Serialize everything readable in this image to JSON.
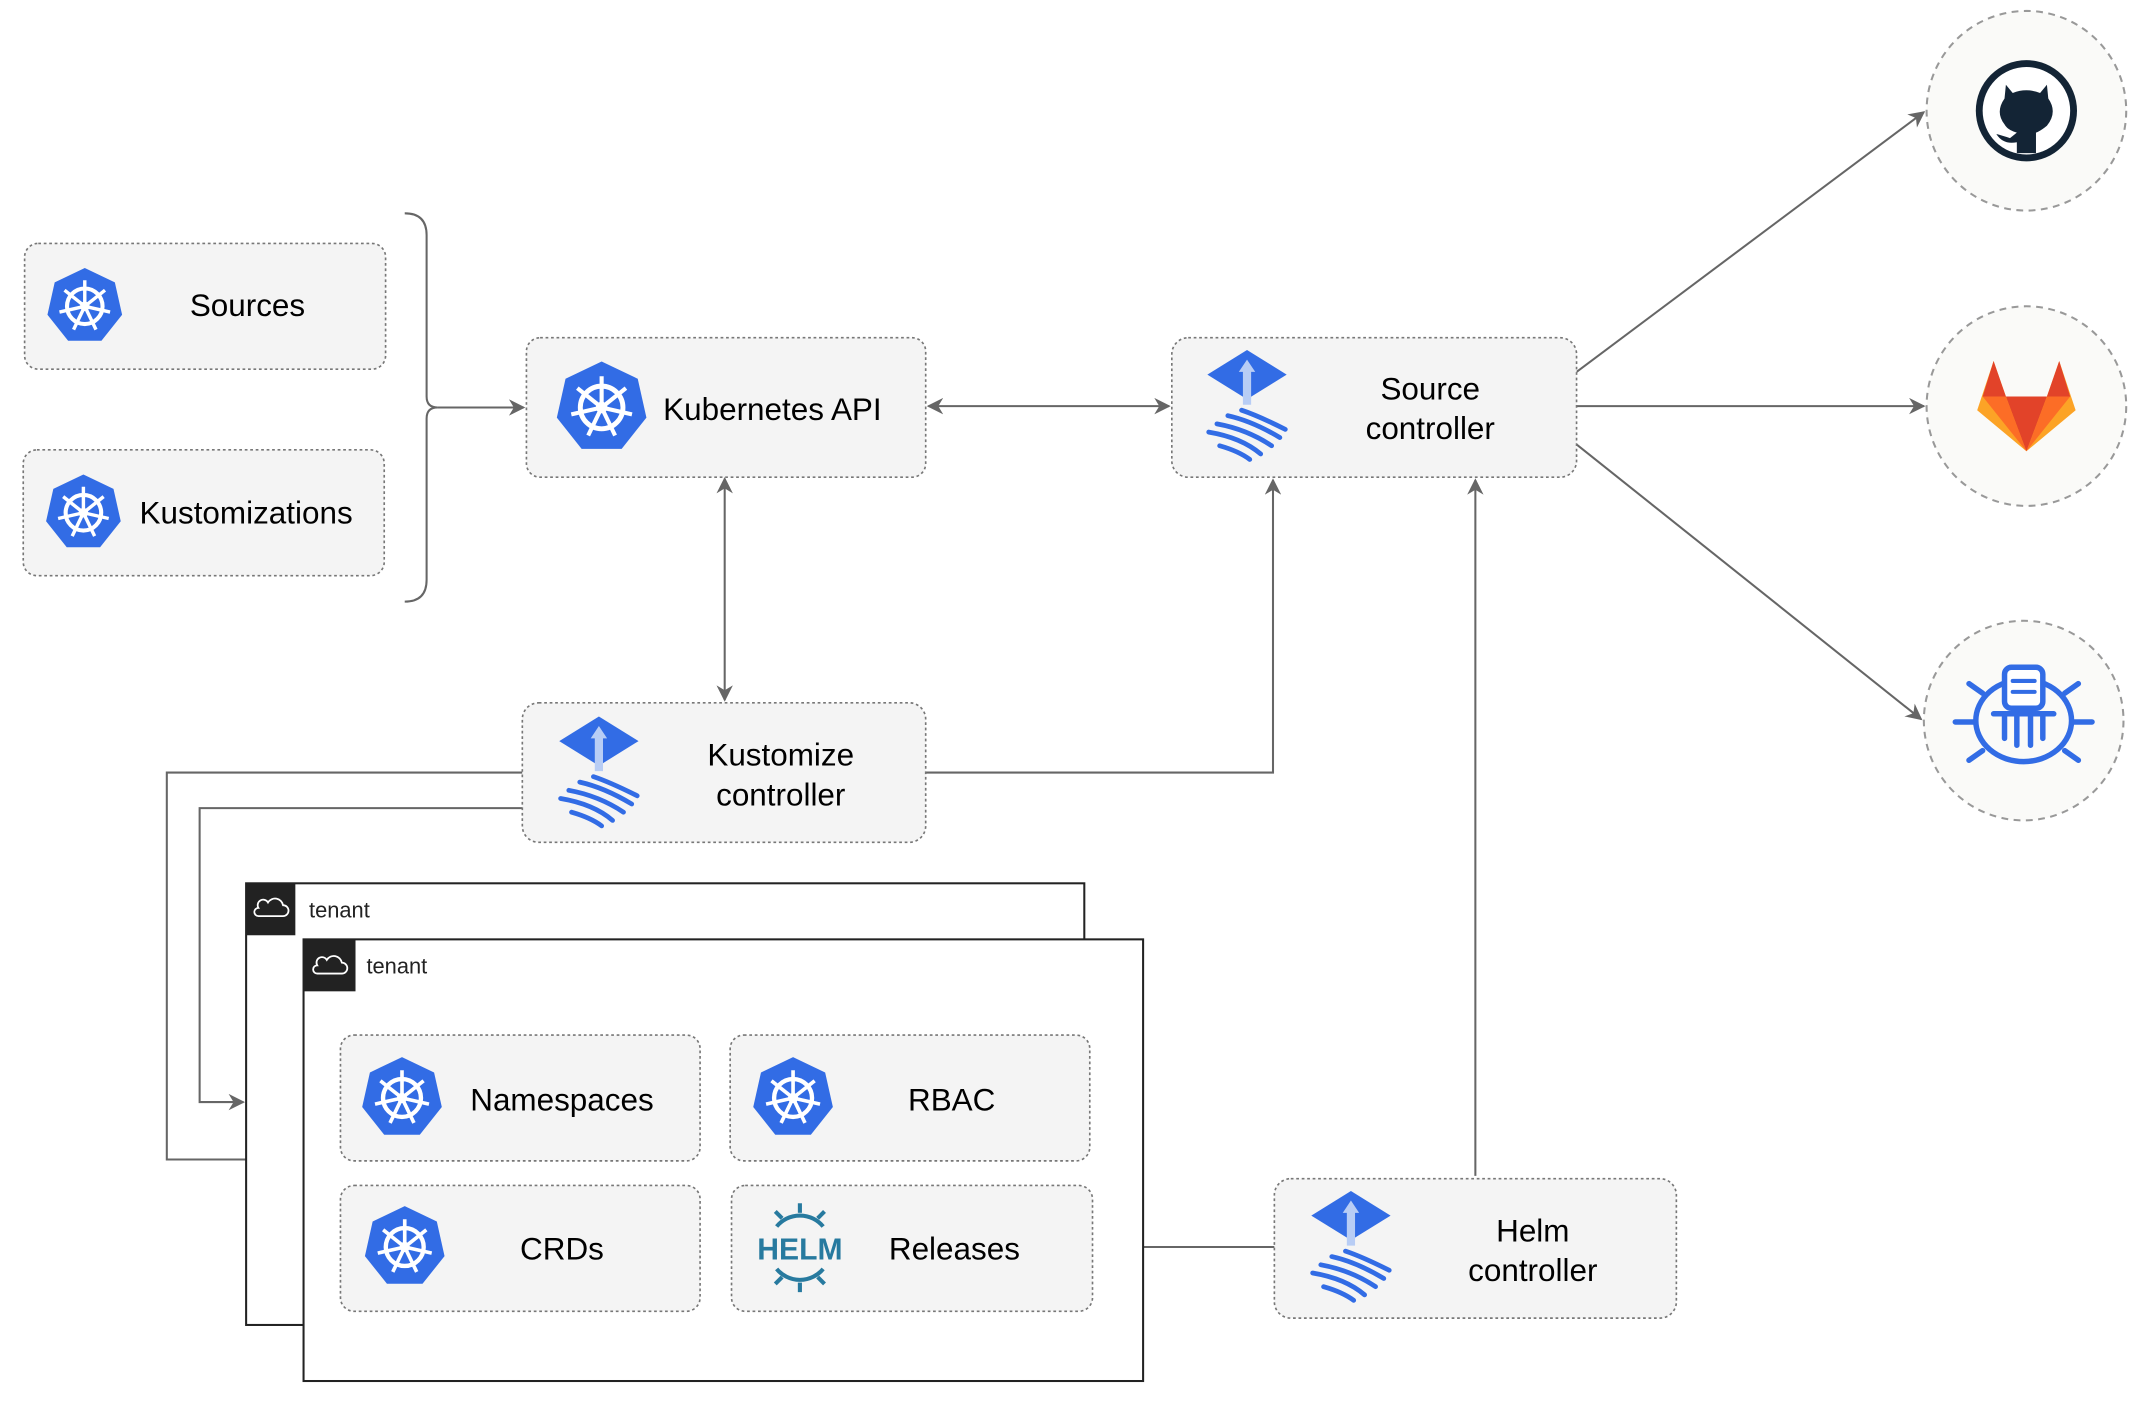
{
  "nodes": {
    "sources": "Sources",
    "kustomizations": "Kustomizations",
    "kubernetes_api": "Kubernetes API",
    "source_controller": [
      "Source",
      "controller"
    ],
    "kustomize_controller": [
      "Kustomize",
      "controller"
    ],
    "helm_controller": [
      "Helm",
      "controller"
    ],
    "namespaces": "Namespaces",
    "rbac": "RBAC",
    "crds": "CRDs",
    "releases": "Releases"
  },
  "tenants": [
    "tenant",
    "tenant"
  ],
  "helm_logo_text": "HELM",
  "external_sources": [
    {
      "icon": "github-icon"
    },
    {
      "icon": "gitlab-icon"
    },
    {
      "icon": "bucket-icon"
    }
  ],
  "colors": {
    "kubernetes_blue": "#326ce5",
    "helm_blue": "#277a9f",
    "github_dark": "#132435",
    "gitlab_orange": "#e24329",
    "gitlab_light": "#fca326"
  }
}
